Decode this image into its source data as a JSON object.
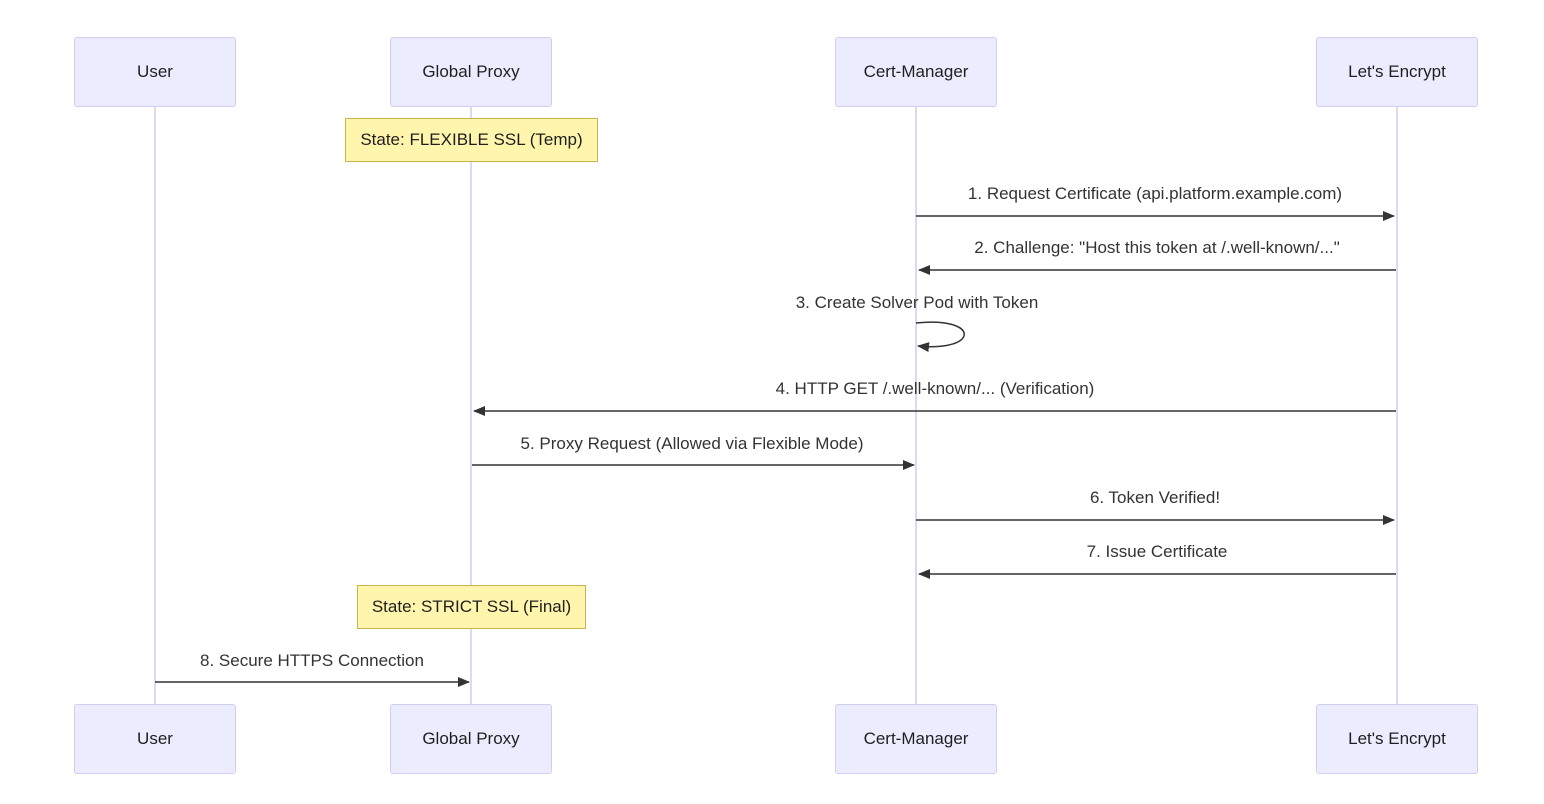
{
  "participants": [
    {
      "id": "user",
      "label": "User"
    },
    {
      "id": "proxy",
      "label": "Global Proxy"
    },
    {
      "id": "certmgr",
      "label": "Cert-Manager"
    },
    {
      "id": "letsencrypt",
      "label": "Let's Encrypt"
    }
  ],
  "notes": [
    {
      "over": "proxy",
      "text": "State: FLEXIBLE SSL (Temp)"
    },
    {
      "over": "proxy",
      "text": "State: STRICT SSL (Final)"
    }
  ],
  "messages": [
    {
      "from": "certmgr",
      "to": "letsencrypt",
      "text": "1. Request Certificate (api.platform.example.com)"
    },
    {
      "from": "letsencrypt",
      "to": "certmgr",
      "text": "2. Challenge: \"Host this token at /.well-known/...\""
    },
    {
      "from": "certmgr",
      "to": "certmgr",
      "text": "3. Create Solver Pod with Token"
    },
    {
      "from": "letsencrypt",
      "to": "proxy",
      "text": "4. HTTP GET /.well-known/... (Verification)"
    },
    {
      "from": "proxy",
      "to": "certmgr",
      "text": "5. Proxy Request (Allowed via Flexible Mode)"
    },
    {
      "from": "certmgr",
      "to": "letsencrypt",
      "text": "6. Token Verified!"
    },
    {
      "from": "letsencrypt",
      "to": "certmgr",
      "text": "7. Issue Certificate"
    },
    {
      "from": "user",
      "to": "proxy",
      "text": "8. Secure HTTPS Connection"
    }
  ],
  "colors": {
    "actor_fill": "#ececff",
    "actor_border": "#d2cdf5",
    "note_fill": "#fff5ad",
    "note_border": "#c8b44a",
    "lifeline": "#dcd9f3",
    "arrow": "#333333"
  }
}
